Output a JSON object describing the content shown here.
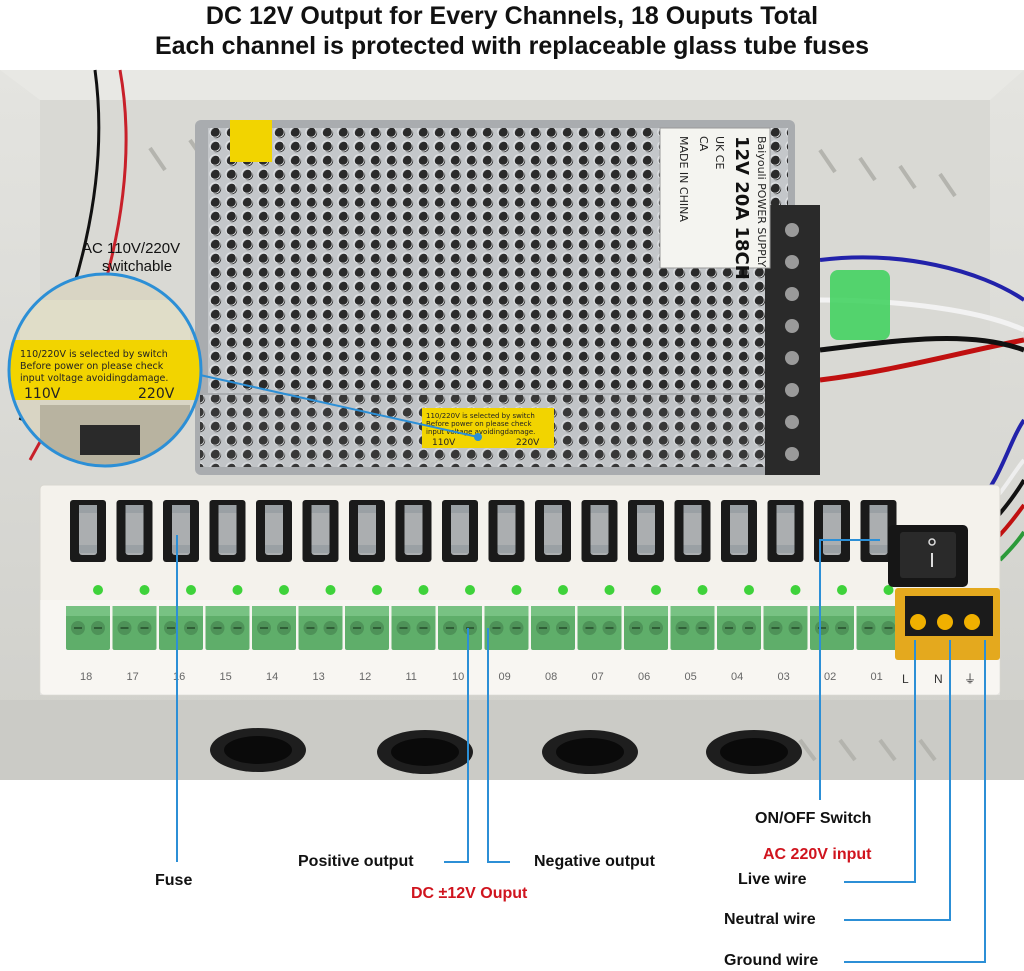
{
  "header": {
    "line1": "DC 12V Output for Every Channels, 18 Ouputs Total",
    "line2": "Each channel is protected with replaceable glass tube fuses"
  },
  "psu_label": {
    "brand": "Baiyouli POWER SUPPLY",
    "model": "12V 20A 18CH",
    "marks": "UK CE",
    "marks2": "CA",
    "origin": "MADE IN CHINA"
  },
  "voltage_sticker": {
    "line1": "110/220V is selected by switch",
    "line2": "Before power on please check",
    "line3": "input voltage avoidingdamage.",
    "v110": "110V",
    "v220": "220V"
  },
  "callouts": {
    "ac_switch_line1": "AC 110V/220V",
    "ac_switch_line2": "switchable",
    "fuse": "Fuse",
    "positive_output": "Positive output",
    "negative_output": "Negative output",
    "dc_output": "DC ±12V Ouput",
    "on_off_switch": "ON/OFF Switch",
    "ac_input": "AC 220V input",
    "live_wire": "Live wire",
    "neutral_wire": "Neutral wire",
    "ground_wire": "Ground wire"
  },
  "channels": [
    "18",
    "17",
    "16",
    "15",
    "14",
    "13",
    "12",
    "11",
    "10",
    "09",
    "08",
    "07",
    "06",
    "05",
    "04",
    "03",
    "02",
    "01"
  ],
  "terminal_marks": [
    "L",
    "N",
    "⏚"
  ],
  "colors": {
    "enclosure": "#d8d8d4",
    "psu_mesh": "#b9bcc0",
    "board": "#f4f2ec",
    "terminal_green": "#5fae6a",
    "led_green": "#3ed23a",
    "callout_line": "#2c8fd6",
    "accent_red": "#d0141e",
    "sticker_yellow": "#f2d400"
  }
}
